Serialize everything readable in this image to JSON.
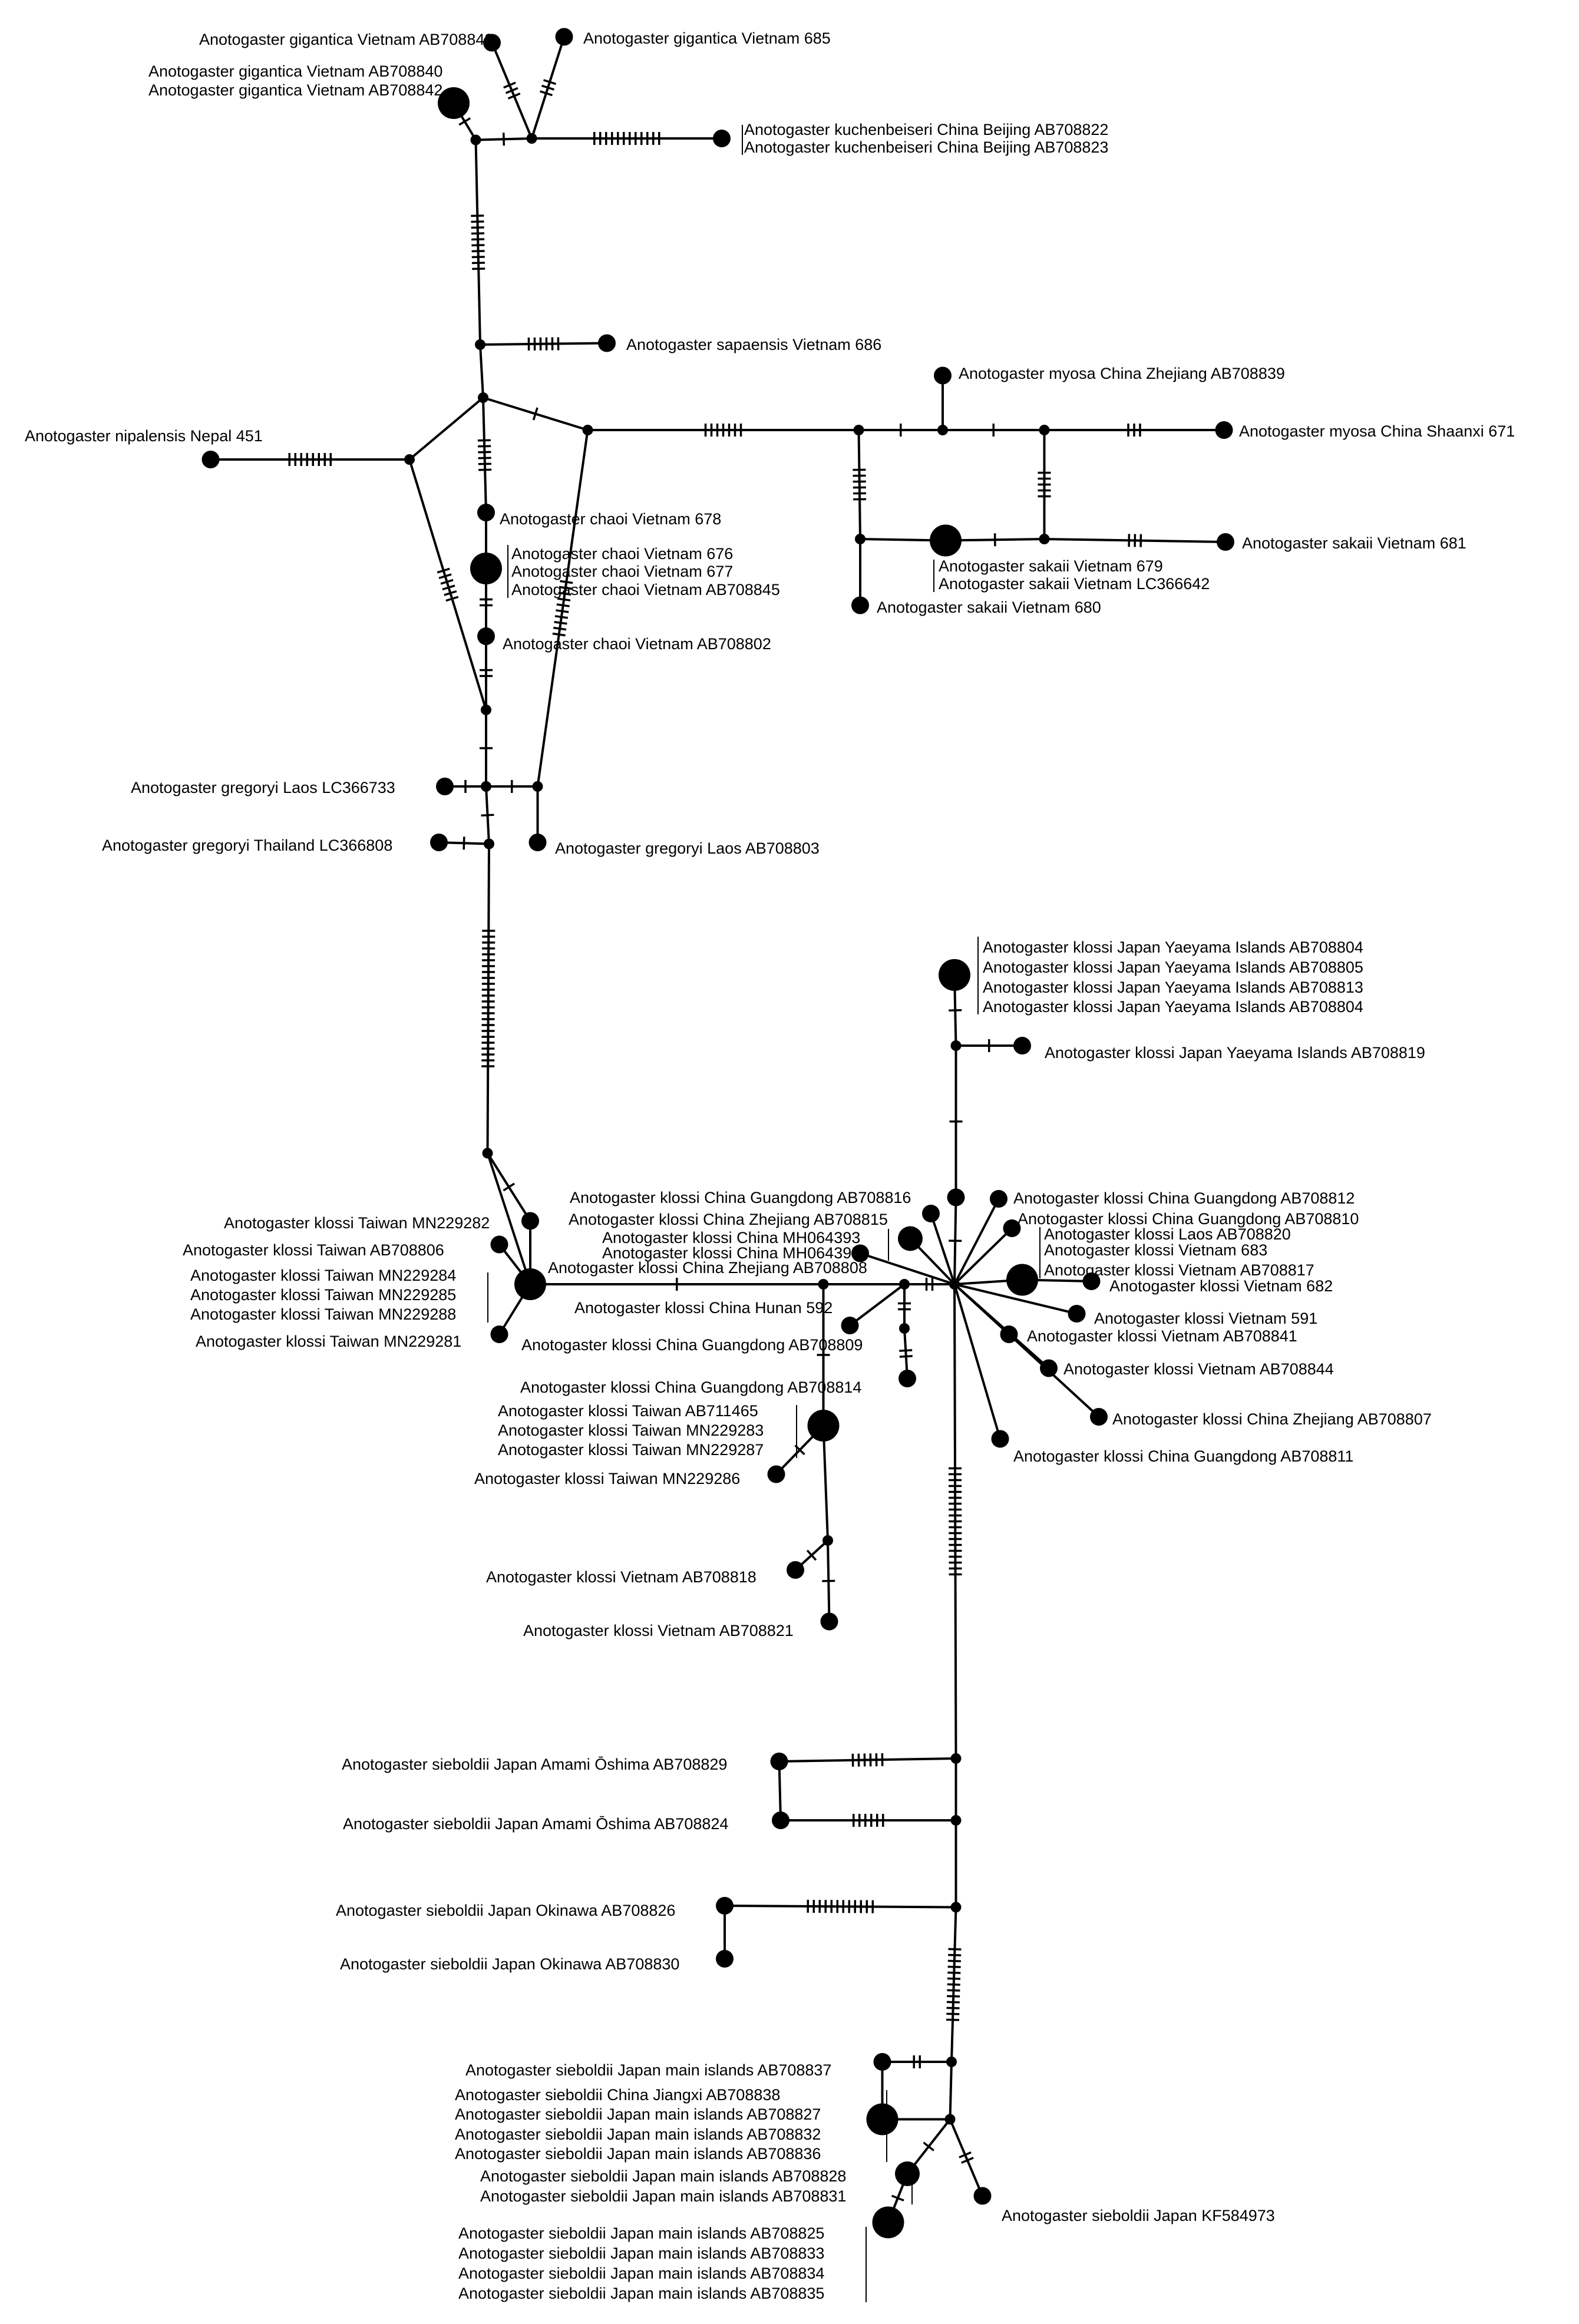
{
  "labels": {
    "gig_843": "Anotogaster gigantica Vietnam AB708843",
    "gig_685": "Anotogaster gigantica Vietnam 685",
    "gig_840": "Anotogaster gigantica Vietnam AB708840",
    "gig_842": "Anotogaster gigantica Vietnam AB708842",
    "kuch_822": "Anotogaster kuchenbeiseri China Beijing AB708822",
    "kuch_823": "Anotogaster kuchenbeiseri China Beijing AB708823",
    "sapa_686": "Anotogaster sapaensis Vietnam 686",
    "nip_451": "Anotogaster nipalensis Nepal 451",
    "myosa_839": "Anotogaster myosa China Zhejiang AB708839",
    "myosa_671": "Anotogaster myosa China Shaanxi 671",
    "chaoi_678": "Anotogaster chaoi Vietnam 678",
    "chaoi_676": "Anotogaster chaoi Vietnam 676",
    "chaoi_677": "Anotogaster chaoi Vietnam 677",
    "chaoi_845": "Anotogaster chaoi Vietnam AB708845",
    "chaoi_802": "Anotogaster chaoi Vietnam AB708802",
    "sak_681": "Anotogaster sakaii Vietnam 681",
    "sak_679": "Anotogaster sakaii Vietnam 679",
    "sak_642": "Anotogaster sakaii Vietnam LC366642",
    "sak_680": "Anotogaster sakaii Vietnam 680",
    "greg_733": "Anotogaster gregoryi Laos LC366733",
    "greg_808": "Anotogaster gregoryi Thailand LC366808",
    "greg_803": "Anotogaster gregoryi Laos AB708803",
    "kl_yae_804a": "Anotogaster klossi Japan Yaeyama Islands AB708804",
    "kl_yae_805": "Anotogaster klossi Japan Yaeyama Islands AB708805",
    "kl_yae_813": "Anotogaster klossi Japan Yaeyama Islands AB708813",
    "kl_yae_804b": "Anotogaster klossi Japan Yaeyama Islands AB708804",
    "kl_yae_819": "Anotogaster klossi Japan Yaeyama Islands AB708819",
    "kl_gd_816": "Anotogaster klossi China Guangdong AB708816",
    "kl_gd_812": "Anotogaster klossi China Guangdong AB708812",
    "kl_zj_815": "Anotogaster klossi China Zhejiang AB708815",
    "kl_gd_810": "Anotogaster klossi China Guangdong AB708810",
    "kl_laos_820": "Anotogaster klossi Laos AB708820",
    "kl_cn_393": "Anotogaster klossi China MH064393",
    "kl_cn_395": "Anotogaster klossi China MH064395",
    "kl_vn_683": "Anotogaster klossi Vietnam 683",
    "kl_zj_808": "Anotogaster klossi China Zhejiang AB708808",
    "kl_vn_817": "Anotogaster klossi Vietnam AB708817",
    "kl_vn_682": "Anotogaster klossi Vietnam 682",
    "kl_tw_282": "Anotogaster klossi Taiwan MN229282",
    "kl_tw_806": "Anotogaster klossi Taiwan AB708806",
    "kl_tw_284": "Anotogaster klossi Taiwan MN229284",
    "kl_tw_285": "Anotogaster klossi Taiwan MN229285",
    "kl_tw_288": "Anotogaster klossi Taiwan MN229288",
    "kl_tw_281": "Anotogaster klossi Taiwan MN229281",
    "kl_hn_592": "Anotogaster klossi China Hunan 592",
    "kl_vn_591": "Anotogaster klossi Vietnam 591",
    "kl_gd_809": "Anotogaster klossi China Guangdong AB708809",
    "kl_vn_841": "Anotogaster klossi Vietnam AB708841",
    "kl_vn_844": "Anotogaster klossi Vietnam AB708844",
    "kl_gd_814": "Anotogaster klossi China Guangdong AB708814",
    "kl_tw_465": "Anotogaster klossi Taiwan AB711465",
    "kl_tw_283": "Anotogaster klossi Taiwan MN229283",
    "kl_tw_287": "Anotogaster klossi Taiwan MN229287",
    "kl_zj_807": "Anotogaster klossi China Zhejiang AB708807",
    "kl_tw_286": "Anotogaster klossi Taiwan MN229286",
    "kl_gd_811": "Anotogaster klossi China Guangdong AB708811",
    "kl_vn_818": "Anotogaster klossi Vietnam AB708818",
    "kl_vn_821": "Anotogaster klossi Vietnam AB708821",
    "sie_am_829": "Anotogaster sieboldii Japan Amami Ōshima AB708829",
    "sie_am_824": "Anotogaster sieboldii Japan Amami Ōshima AB708824",
    "sie_ok_826": "Anotogaster sieboldii Japan Okinawa AB708826",
    "sie_ok_830": "Anotogaster sieboldii Japan Okinawa AB708830",
    "sie_mi_837": "Anotogaster sieboldii Japan main islands AB708837",
    "sie_jx_838": "Anotogaster sieboldii China Jiangxi AB708838",
    "sie_mi_827": "Anotogaster sieboldii Japan main islands AB708827",
    "sie_mi_832": "Anotogaster sieboldii Japan main islands AB708832",
    "sie_mi_836": "Anotogaster sieboldii Japan main islands AB708836",
    "sie_mi_828": "Anotogaster sieboldii Japan main islands AB708828",
    "sie_mi_831": "Anotogaster sieboldii Japan main islands AB708831",
    "sie_kf_973": "Anotogaster sieboldii Japan KF584973",
    "sie_mi_825": "Anotogaster sieboldii Japan main islands AB708825",
    "sie_mi_833": "Anotogaster sieboldii Japan main islands AB708833",
    "sie_mi_834": "Anotogaster sieboldii Japan main islands AB708834",
    "sie_mi_835": "Anotogaster sieboldii Japan main islands AB708835"
  }
}
